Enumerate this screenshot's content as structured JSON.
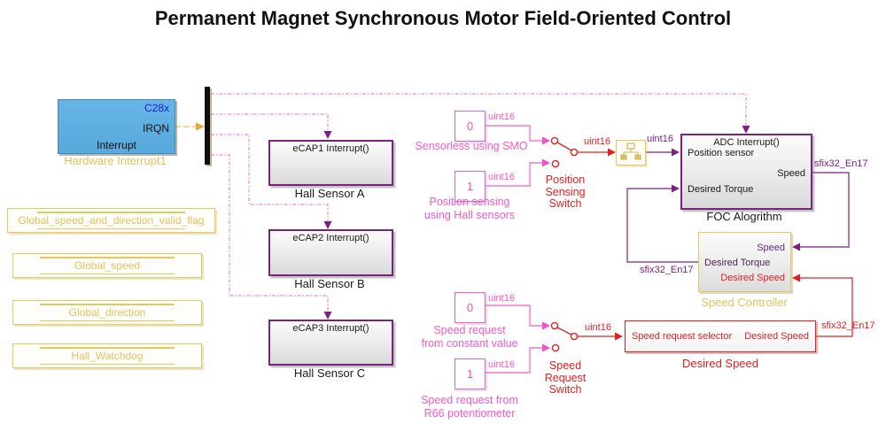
{
  "title": "Permanent Magnet Synchronous Motor Field-Oriented Control",
  "colors": {
    "magenta": "#ee4fc0",
    "dash_pink": "#ee86db",
    "purple": "#7b217e",
    "red": "#e02020",
    "yellow": "#dfc35a",
    "blue": "#1b1bd8",
    "light_blue": "#5fb0e3"
  },
  "hardware_interrupt": {
    "chip": "C28x",
    "port": "IRQN",
    "name": "Interrupt",
    "label": "Hardware Interrupt1"
  },
  "data_stores": [
    {
      "label": "Global_speed_and_direction_valid_flag"
    },
    {
      "label": "Global_speed"
    },
    {
      "label": "Global_direction"
    },
    {
      "label": "Hall_Watchdog"
    }
  ],
  "hall_sensors": [
    {
      "port": "eCAP1 Interrupt()",
      "label": "Hall Sensor A"
    },
    {
      "port": "eCAP2 Interrupt()",
      "label": "Hall Sensor B"
    },
    {
      "port": "eCAP3 Interrupt()",
      "label": "Hall Sensor C"
    }
  ],
  "position_source": {
    "const0": {
      "value": "0",
      "type": "uint16",
      "label": "Sensorless using SMO"
    },
    "const1": {
      "value": "1",
      "type": "uint16",
      "label": "Position sensing\nusing Hall sensors"
    },
    "switch_label": "Position\nSensing\nSwitch",
    "switch_out_type": "uint16"
  },
  "speed_source": {
    "const0": {
      "value": "0",
      "type": "uint16",
      "label": "Speed request\nfrom constant value"
    },
    "const1": {
      "value": "1",
      "type": "uint16",
      "label": "Speed request from\nR66 potentiometer"
    },
    "switch_label": "Speed\nRequest\nSwitch",
    "switch_out_type": "uint16"
  },
  "converter": {
    "out_type": "uint16"
  },
  "foc": {
    "trigger": "ADC Interrupt()",
    "in_position": "Position sensor",
    "in_torque": "Desired Torque",
    "out_speed": "Speed",
    "out_speed_type": "sfix32_En17",
    "label": "FOC Alogrithm"
  },
  "speed_controller": {
    "in_speed": "Speed",
    "out_torque": "Desired Torque",
    "in_desired_speed": "Desired Speed",
    "out_torque_type": "sfix32_En17",
    "label": "Speed Controller"
  },
  "desired_speed": {
    "in": "Speed request selector",
    "out": "Desired Speed",
    "out_type": "sfix32_En17",
    "label": "Desired Speed"
  }
}
